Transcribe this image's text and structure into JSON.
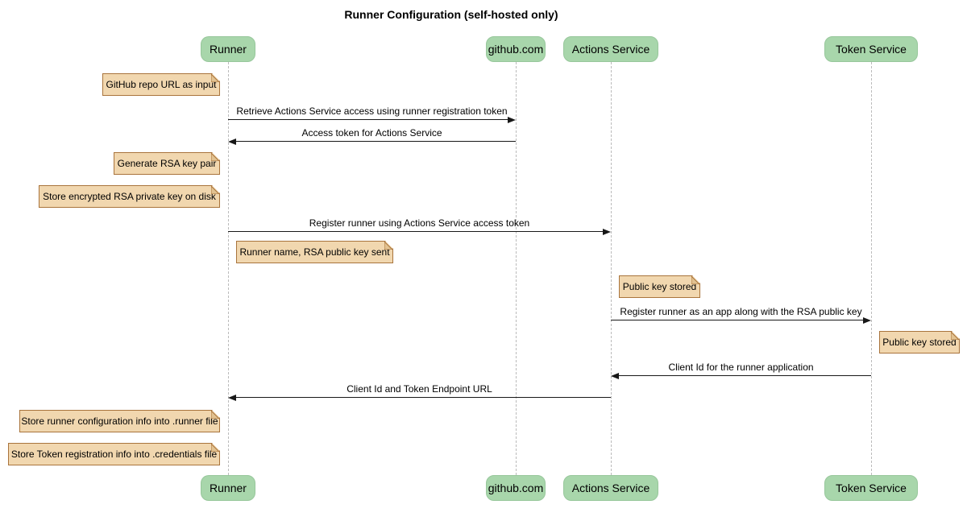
{
  "diagram": {
    "title": "Runner Configuration (self-hosted only)",
    "participants": [
      {
        "name": "Runner"
      },
      {
        "name": "github.com"
      },
      {
        "name": "Actions Service"
      },
      {
        "name": "Token Service"
      }
    ],
    "messages": [
      {
        "from": "Runner",
        "to": "github.com",
        "label": "Retrieve Actions Service access using runner registration token"
      },
      {
        "from": "github.com",
        "to": "Runner",
        "label": "Access token for Actions Service"
      },
      {
        "from": "Runner",
        "to": "Actions Service",
        "label": "Register runner using Actions Service access token"
      },
      {
        "from": "Actions Service",
        "to": "Token Service",
        "label": "Register runner as an app along with the RSA public key"
      },
      {
        "from": "Token Service",
        "to": "Actions Service",
        "label": "Client Id for the runner application"
      },
      {
        "from": "Actions Service",
        "to": "Runner",
        "label": "Client Id and Token Endpoint URL"
      }
    ],
    "notes": [
      {
        "text": "GitHub repo URL as input",
        "position": "left of Runner"
      },
      {
        "text": "Generate RSA key pair",
        "position": "left of Runner"
      },
      {
        "text": "Store encrypted RSA private key on disk",
        "position": "left of Runner"
      },
      {
        "text": "Runner name, RSA public key sent",
        "position": "right of Runner"
      },
      {
        "text": "Public key stored",
        "position": "right of Actions Service"
      },
      {
        "text": "Public key stored",
        "position": "right of Token Service"
      },
      {
        "text": "Store runner configuration info into .runner file",
        "position": "left of Runner"
      },
      {
        "text": "Store Token registration info into .credentials file",
        "position": "left of Runner"
      }
    ],
    "colors": {
      "participant_fill": "#a8d6ab",
      "participant_border": "#97c79b",
      "note_fill": "#f1d7af",
      "note_border": "#a9743c",
      "lifeline": "#bbbbbb",
      "message": "#181818"
    }
  }
}
